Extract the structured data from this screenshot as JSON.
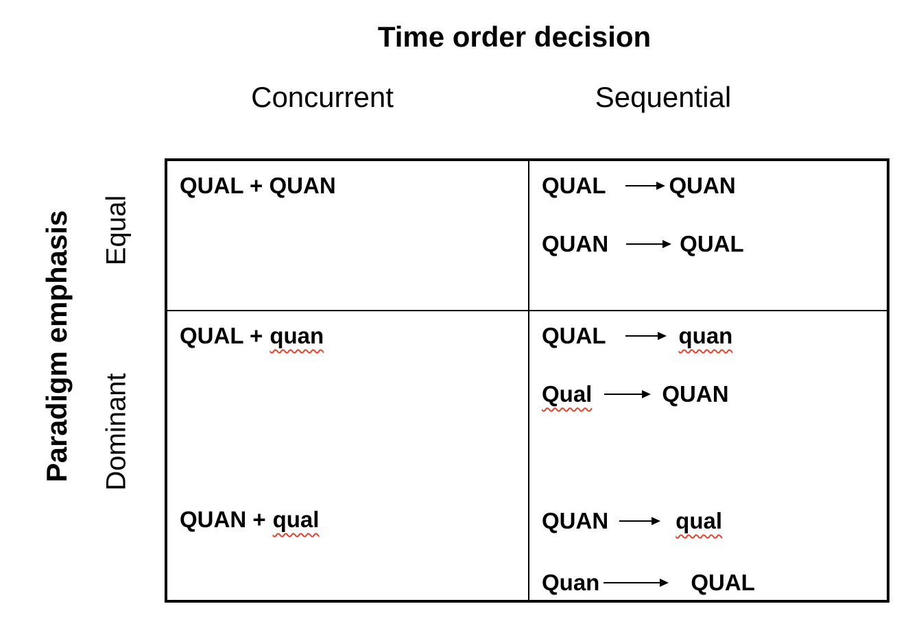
{
  "title": "Time order decision",
  "column_headers": {
    "concurrent": "Concurrent",
    "sequential": "Sequential"
  },
  "row_axis": {
    "label": "Paradigm emphasis",
    "equal": "Equal",
    "dominant": "Dominant"
  },
  "matrix": {
    "equal_concurrent": {
      "design": "QUAL + QUAN"
    },
    "equal_sequential": {
      "seq1": {
        "from": "QUAL",
        "to": "QUAN"
      },
      "seq2": {
        "from": "QUAN",
        "to": "QUAL"
      }
    },
    "dominant_concurrent": {
      "mix1": {
        "prefix": "QUAL +",
        "word": "quan"
      },
      "mix2": {
        "prefix": "QUAN +",
        "word": "qual"
      }
    },
    "dominant_sequential": {
      "seq1": {
        "from": "QUAL",
        "to": "quan"
      },
      "seq2": {
        "from": "Qual",
        "to": "QUAN"
      },
      "seq3": {
        "from": "QUAN",
        "to": "qual"
      },
      "seq4": {
        "from": "Quan",
        "to": "QUAL"
      }
    }
  },
  "colors": {
    "text": "#000000",
    "border": "#000000",
    "background": "#ffffff",
    "spellcheck_underline": "#e8402a"
  }
}
